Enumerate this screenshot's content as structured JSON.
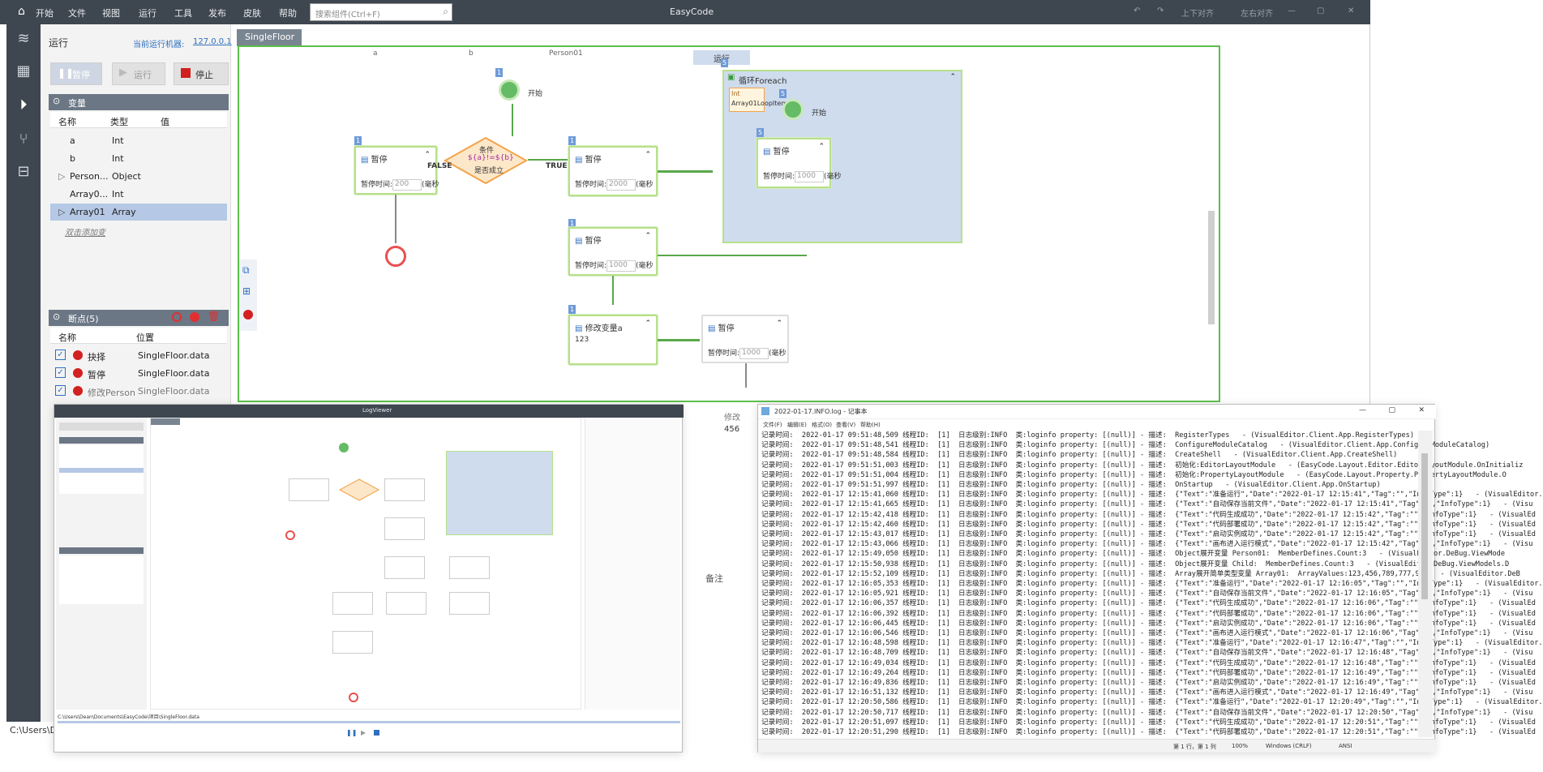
{
  "app": {
    "title": "EasyCode",
    "menu": [
      "开始",
      "文件",
      "视图",
      "运行",
      "工具",
      "发布",
      "皮肤",
      "帮助"
    ],
    "search_placeholder": "搜索组件(Ctrl+F)",
    "align_buttons": [
      "上下对齐",
      "左右对齐"
    ],
    "left_icons": [
      "layers-icon",
      "grid-icon",
      "play-icon",
      "branch-icon",
      "package-icon"
    ]
  },
  "run_panel": {
    "title": "运行",
    "machine_label": "当前运行机器:",
    "machine_value": "127.0.0.1",
    "buttons": {
      "pause": "暂停",
      "run": "运行",
      "stop": "停止"
    },
    "variables": {
      "header": "变量",
      "columns": [
        "名称",
        "类型",
        "值"
      ],
      "rows": [
        {
          "name": "a",
          "type": "Int",
          "value": "",
          "expandable": false,
          "selected": false
        },
        {
          "name": "b",
          "type": "Int",
          "value": "",
          "expandable": false,
          "selected": false
        },
        {
          "name": "Person...",
          "type": "Object",
          "value": "",
          "expandable": true,
          "selected": false
        },
        {
          "name": "Array0...",
          "type": "Int",
          "value": "",
          "expandable": false,
          "selected": false
        },
        {
          "name": "Array01",
          "type": "Array",
          "value": "",
          "expandable": true,
          "selected": true
        }
      ],
      "add_hint": "双击添加变"
    },
    "breakpoints": {
      "header": "断点(5)",
      "columns": [
        "名称",
        "位置"
      ],
      "rows": [
        {
          "name": "抉择",
          "location": "SingleFloor.data"
        },
        {
          "name": "暂停",
          "location": "SingleFloor.data"
        },
        {
          "name": "修改Person",
          "location": "SingleFloor.data"
        }
      ]
    },
    "path": "C:\\Users\\De"
  },
  "canvas": {
    "tab": "SingleFloor",
    "lanes": [
      "a",
      "b",
      "Person01"
    ],
    "run_label": "运行",
    "nodes": {
      "start": "开始",
      "pause_left": {
        "title": "暂停",
        "field_label": "暂停时间:",
        "value": "200",
        "unit": "(毫秒"
      },
      "condition": {
        "title": "条件",
        "expr": "${a}!=${b}",
        "subtitle": "是否成立",
        "false_label": "FALSE",
        "true_label": "TRUE"
      },
      "pause_mid": {
        "title": "暂停",
        "field_label": "暂停时间:",
        "value": "2000",
        "unit": "(毫秒"
      },
      "pause_loop": {
        "title": "暂停",
        "field_label": "暂停时间:",
        "value": "1000",
        "unit": "(毫秒"
      },
      "modify_a": {
        "title": "修改变量a",
        "value": "123"
      },
      "pause_right": {
        "title": "暂停",
        "field_label": "暂停时间:",
        "value": "1000",
        "unit": "(毫秒"
      },
      "foreach": {
        "title": "循环Foreach",
        "item_type": "Int",
        "item_name": "Array01LoopItem",
        "start": "开始"
      },
      "foreach_pause": {
        "title": "暂停",
        "field_label": "暂停时间:",
        "value": "1000",
        "unit": "(毫秒"
      },
      "partial": {
        "title": "修改",
        "value": "456"
      },
      "remark": "备注"
    },
    "badges": [
      "1",
      "1",
      "1",
      "1",
      "1",
      "5",
      "5",
      "5"
    ]
  },
  "log_viewer": {
    "title": "LogViewer",
    "path": "C:\\Users\\Dean\\Documents\\EasyCode\\项目\\SingleFloor.data"
  },
  "notepad": {
    "title": "2022-01-17.INFO.log - 记事本",
    "menu": [
      "文件(F)",
      "编辑(E)",
      "格式(O)",
      "查看(V)",
      "帮助(H)"
    ],
    "lines": [
      "记录时间:  2022-01-17 09:51:48,509 线程ID:  [1]  日志级别:INFO  类:loginfo property: [(null)] - 描述:  RegisterTypes   - (VisualEditor.Client.App.RegisterTypes)",
      "记录时间:  2022-01-17 09:51:48,541 线程ID:  [1]  日志级别:INFO  类:loginfo property: [(null)] - 描述:  ConfigureModuleCatalog   - (VisualEditor.Client.App.ConfigureModuleCatalog)",
      "记录时间:  2022-01-17 09:51:48,584 线程ID:  [1]  日志级别:INFO  类:loginfo property: [(null)] - 描述:  CreateShell   - (VisualEditor.Client.App.CreateShell)",
      "记录时间:  2022-01-17 09:51:51,003 线程ID:  [1]  日志级别:INFO  类:loginfo property: [(null)] - 描述:  初始化:EditorLayoutModule   - (EasyCode.Layout.Editor.EditorLayoutModule.OnInitializ",
      "记录时间:  2022-01-17 09:51:51,004 线程ID:  [1]  日志级别:INFO  类:loginfo property: [(null)] - 描述:  初始化:PropertyLayoutModule   - (EasyCode.Layout.Property.PropertyLayoutModule.O",
      "记录时间:  2022-01-17 09:51:51,997 线程ID:  [1]  日志级别:INFO  类:loginfo property: [(null)] - 描述:  OnStartup   - (VisualEditor.Client.App.OnStartup)",
      "记录时间:  2022-01-17 12:15:41,060 线程ID:  [1]  日志级别:INFO  类:loginfo property: [(null)] - 描述:  {\"Text\":\"准备运行\",\"Date\":\"2022-01-17 12:15:41\",\"Tag\":\"\",\"InfoType\":1}   - (VisualEditor.",
      "记录时间:  2022-01-17 12:15:41,665 线程ID:  [1]  日志级别:INFO  类:loginfo property: [(null)] - 描述:  {\"Text\":\"自动保存当前文件\",\"Date\":\"2022-01-17 12:15:41\",\"Tag\":\"\",\"InfoType\":1}   - (Visu",
      "记录时间:  2022-01-17 12:15:42,418 线程ID:  [1]  日志级别:INFO  类:loginfo property: [(null)] - 描述:  {\"Text\":\"代码生成成功\",\"Date\":\"2022-01-17 12:15:42\",\"Tag\":\"\",\"InfoType\":1}   - (VisualEd",
      "记录时间:  2022-01-17 12:15:42,460 线程ID:  [1]  日志级别:INFO  类:loginfo property: [(null)] - 描述:  {\"Text\":\"代码部署成功\",\"Date\":\"2022-01-17 12:15:42\",\"Tag\":\"\",\"InfoType\":1}   - (VisualEd",
      "记录时间:  2022-01-17 12:15:43,017 线程ID:  [1]  日志级别:INFO  类:loginfo property: [(null)] - 描述:  {\"Text\":\"启动实例成功\",\"Date\":\"2022-01-17 12:15:42\",\"Tag\":\"\",\"InfoType\":1}   - (VisualEd",
      "记录时间:  2022-01-17 12:15:43,066 线程ID:  [1]  日志级别:INFO  类:loginfo property: [(null)] - 描述:  {\"Text\":\"画布进入运行模式\",\"Date\":\"2022-01-17 12:15:42\",\"Tag\":\"\",\"InfoType\":1}   - (Visu",
      "记录时间:  2022-01-17 12:15:49,050 线程ID:  [1]  日志级别:INFO  类:loginfo property: [(null)] - 描述:  Object展开变量 Person01:  MemberDefines.Count:3   - (VisualEditor.DeBug.ViewMode",
      "记录时间:  2022-01-17 12:15:50,938 线程ID:  [1]  日志级别:INFO  类:loginfo property: [(null)] - 描述:  Object展开变量 Child:  MemberDefines.Count:3   - (VisualEditor.DeBug.ViewModels.D",
      "记录时间:  2022-01-17 12:15:52,109 线程ID:  [1]  日志级别:INFO  类:loginfo property: [(null)] - 描述:  Array展开简单类型变量 Array01:  ArrayValues:123,456,789,777,999   - (VisualEditor.DeB",
      "记录时间:  2022-01-17 12:16:05,353 线程ID:  [1]  日志级别:INFO  类:loginfo property: [(null)] - 描述:  {\"Text\":\"准备运行\",\"Date\":\"2022-01-17 12:16:05\",\"Tag\":\"\",\"InfoType\":1}   - (VisualEditor.",
      "记录时间:  2022-01-17 12:16:05,921 线程ID:  [1]  日志级别:INFO  类:loginfo property: [(null)] - 描述:  {\"Text\":\"自动保存当前文件\",\"Date\":\"2022-01-17 12:16:05\",\"Tag\":\"\",\"InfoType\":1}   - (Visu",
      "记录时间:  2022-01-17 12:16:06,357 线程ID:  [1]  日志级别:INFO  类:loginfo property: [(null)] - 描述:  {\"Text\":\"代码生成成功\",\"Date\":\"2022-01-17 12:16:06\",\"Tag\":\"\",\"InfoType\":1}   - (VisualEd",
      "记录时间:  2022-01-17 12:16:06,392 线程ID:  [1]  日志级别:INFO  类:loginfo property: [(null)] - 描述:  {\"Text\":\"代码部署成功\",\"Date\":\"2022-01-17 12:16:06\",\"Tag\":\"\",\"InfoType\":1}   - (VisualEd",
      "记录时间:  2022-01-17 12:16:06,445 线程ID:  [1]  日志级别:INFO  类:loginfo property: [(null)] - 描述:  {\"Text\":\"启动实例成功\",\"Date\":\"2022-01-17 12:16:06\",\"Tag\":\"\",\"InfoType\":1}   - (VisualEd",
      "记录时间:  2022-01-17 12:16:06,546 线程ID:  [1]  日志级别:INFO  类:loginfo property: [(null)] - 描述:  {\"Text\":\"画布进入运行模式\",\"Date\":\"2022-01-17 12:16:06\",\"Tag\":\"\",\"InfoType\":1}   - (Visu",
      "记录时间:  2022-01-17 12:16:48,598 线程ID:  [1]  日志级别:INFO  类:loginfo property: [(null)] - 描述:  {\"Text\":\"准备运行\",\"Date\":\"2022-01-17 12:16:47\",\"Tag\":\"\",\"InfoType\":1}   - (VisualEditor.",
      "记录时间:  2022-01-17 12:16:48,709 线程ID:  [1]  日志级别:INFO  类:loginfo property: [(null)] - 描述:  {\"Text\":\"自动保存当前文件\",\"Date\":\"2022-01-17 12:16:48\",\"Tag\":\"\",\"InfoType\":1}   - (Visu",
      "记录时间:  2022-01-17 12:16:49,034 线程ID:  [1]  日志级别:INFO  类:loginfo property: [(null)] - 描述:  {\"Text\":\"代码生成成功\",\"Date\":\"2022-01-17 12:16:48\",\"Tag\":\"\",\"InfoType\":1}   - (VisualEd",
      "记录时间:  2022-01-17 12:16:49,264 线程ID:  [1]  日志级别:INFO  类:loginfo property: [(null)] - 描述:  {\"Text\":\"代码部署成功\",\"Date\":\"2022-01-17 12:16:49\",\"Tag\":\"\",\"InfoType\":1}   - (VisualEd",
      "记录时间:  2022-01-17 12:16:49,836 线程ID:  [1]  日志级别:INFO  类:loginfo property: [(null)] - 描述:  {\"Text\":\"启动实例成功\",\"Date\":\"2022-01-17 12:16:49\",\"Tag\":\"\",\"InfoType\":1}   - (VisualEd",
      "记录时间:  2022-01-17 12:16:51,132 线程ID:  [1]  日志级别:INFO  类:loginfo property: [(null)] - 描述:  {\"Text\":\"画布进入运行模式\",\"Date\":\"2022-01-17 12:16:49\",\"Tag\":\"\",\"InfoType\":1}   - (Visu",
      "记录时间:  2022-01-17 12:20:50,586 线程ID:  [1]  日志级别:INFO  类:loginfo property: [(null)] - 描述:  {\"Text\":\"准备运行\",\"Date\":\"2022-01-17 12:20:49\",\"Tag\":\"\",\"InfoType\":1}   - (VisualEditor.",
      "记录时间:  2022-01-17 12:20:50,717 线程ID:  [1]  日志级别:INFO  类:loginfo property: [(null)] - 描述:  {\"Text\":\"自动保存当前文件\",\"Date\":\"2022-01-17 12:20:50\",\"Tag\":\"\",\"InfoType\":1}   - (Visu",
      "记录时间:  2022-01-17 12:20:51,097 线程ID:  [1]  日志级别:INFO  类:loginfo property: [(null)] - 描述:  {\"Text\":\"代码生成成功\",\"Date\":\"2022-01-17 12:20:51\",\"Tag\":\"\",\"InfoType\":1}   - (VisualEd",
      "记录时间:  2022-01-17 12:20:51,290 线程ID:  [1]  日志级别:INFO  类:loginfo property: [(null)] - 描述:  {\"Text\":\"代码部署成功\",\"Date\":\"2022-01-17 12:20:51\",\"Tag\":\"\",\"InfoType\":1}   - (VisualEd"
    ],
    "status": {
      "position": "第 1 行，第 1 列",
      "zoom": "100%",
      "eol": "Windows (CRLF)",
      "encoding": "ANSI"
    }
  }
}
